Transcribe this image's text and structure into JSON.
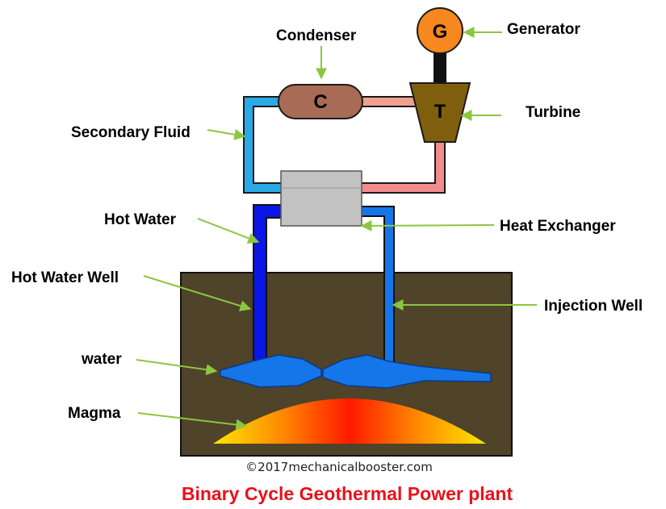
{
  "components": {
    "generator": "G",
    "turbine": "T",
    "condenser": "C"
  },
  "labels": {
    "condenser": "Condenser",
    "generator": "Generator",
    "turbine": "Turbine",
    "secondary_fluid": "Secondary Fluid",
    "hot_water": "Hot Water",
    "heat_exchanger": "Heat Exchanger",
    "hot_water_well": "Hot Water Well",
    "injection_well": "Injection Well",
    "water": "water",
    "magma": "Magma"
  },
  "copyright": "©2017mechanicalbooster.com",
  "title": "Binary Cycle Geothermal Power plant",
  "colors": {
    "title": "#e8121a",
    "arrow": "#8cc63f",
    "ground": "#4f4329",
    "hot_water_pipe": "#0a16e6",
    "injection_pipe": "#1476e8",
    "secondary_cold": "#29a9e6",
    "secondary_hot": "#f28c8c",
    "condenser": "#a86b55",
    "turbine": "#7f5f0d",
    "generator": "#f7871f",
    "heat_exchanger": "#c2c2c2"
  }
}
